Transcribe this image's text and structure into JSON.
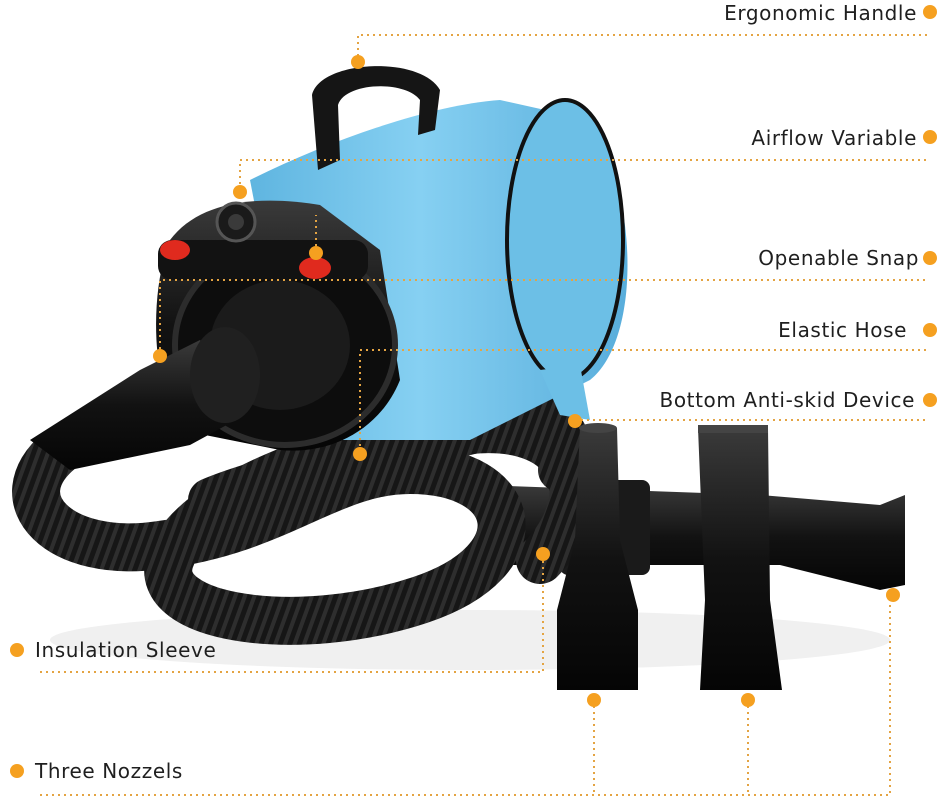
{
  "callouts": {
    "ergonomic_handle": "Ergonomic Handle",
    "airflow_variable": "Airflow Variable",
    "openable_snap": "Openable Snap",
    "elastic_hose": "Elastic Hose",
    "bottom_anti_skid": "Bottom Anti-skid Device",
    "insulation_sleeve": "Insulation Sleeve",
    "three_nozzels": "Three Nozzels"
  },
  "colors": {
    "accent_dot": "#f5a020",
    "leader_line": "#e4a443",
    "dryer_body": "#6fc2e8",
    "plastic": "#141414",
    "power_button": "#e02a1e"
  },
  "icons": [
    "handle-icon",
    "dial-knob-icon",
    "power-button-icon"
  ]
}
